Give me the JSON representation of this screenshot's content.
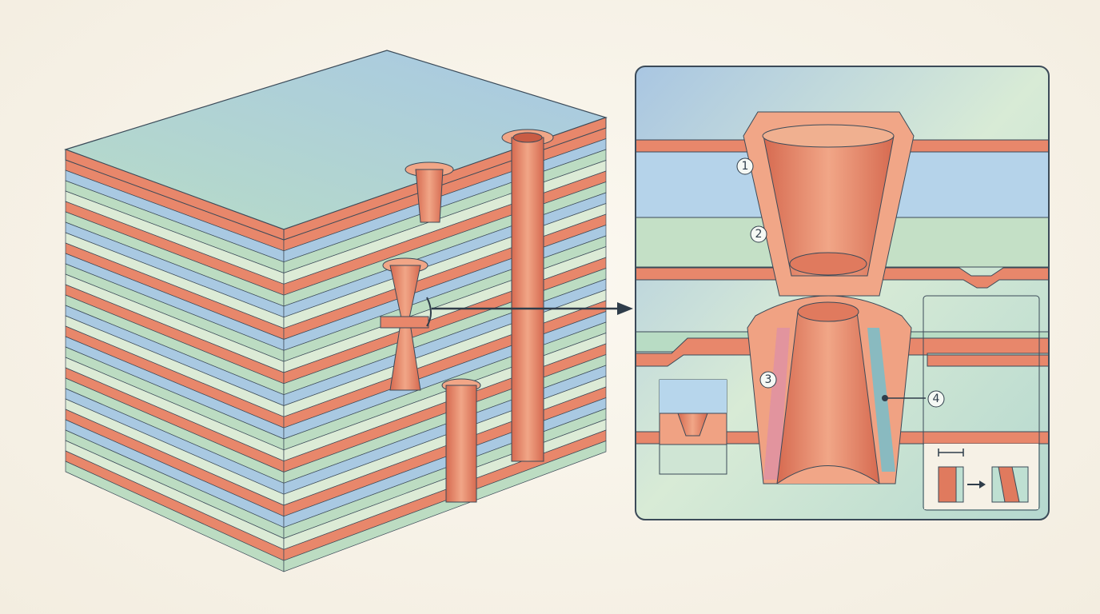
{
  "diagram": {
    "colors": {
      "copper": "#e8876b",
      "copper_dark": "#d2654d",
      "blue": "#a9c9e2",
      "green": "#bcdcc2",
      "light": "#dcebd6",
      "outline": "#2f3d4a"
    },
    "layer_pattern": [
      "copper",
      "blue",
      "green",
      "light",
      "copper",
      "green",
      "blue",
      "light"
    ],
    "callouts": [
      {
        "id": "1",
        "text": "1"
      },
      {
        "id": "2",
        "text": "2"
      },
      {
        "id": "3",
        "text": "3"
      },
      {
        "id": "4",
        "text": "4"
      }
    ]
  }
}
